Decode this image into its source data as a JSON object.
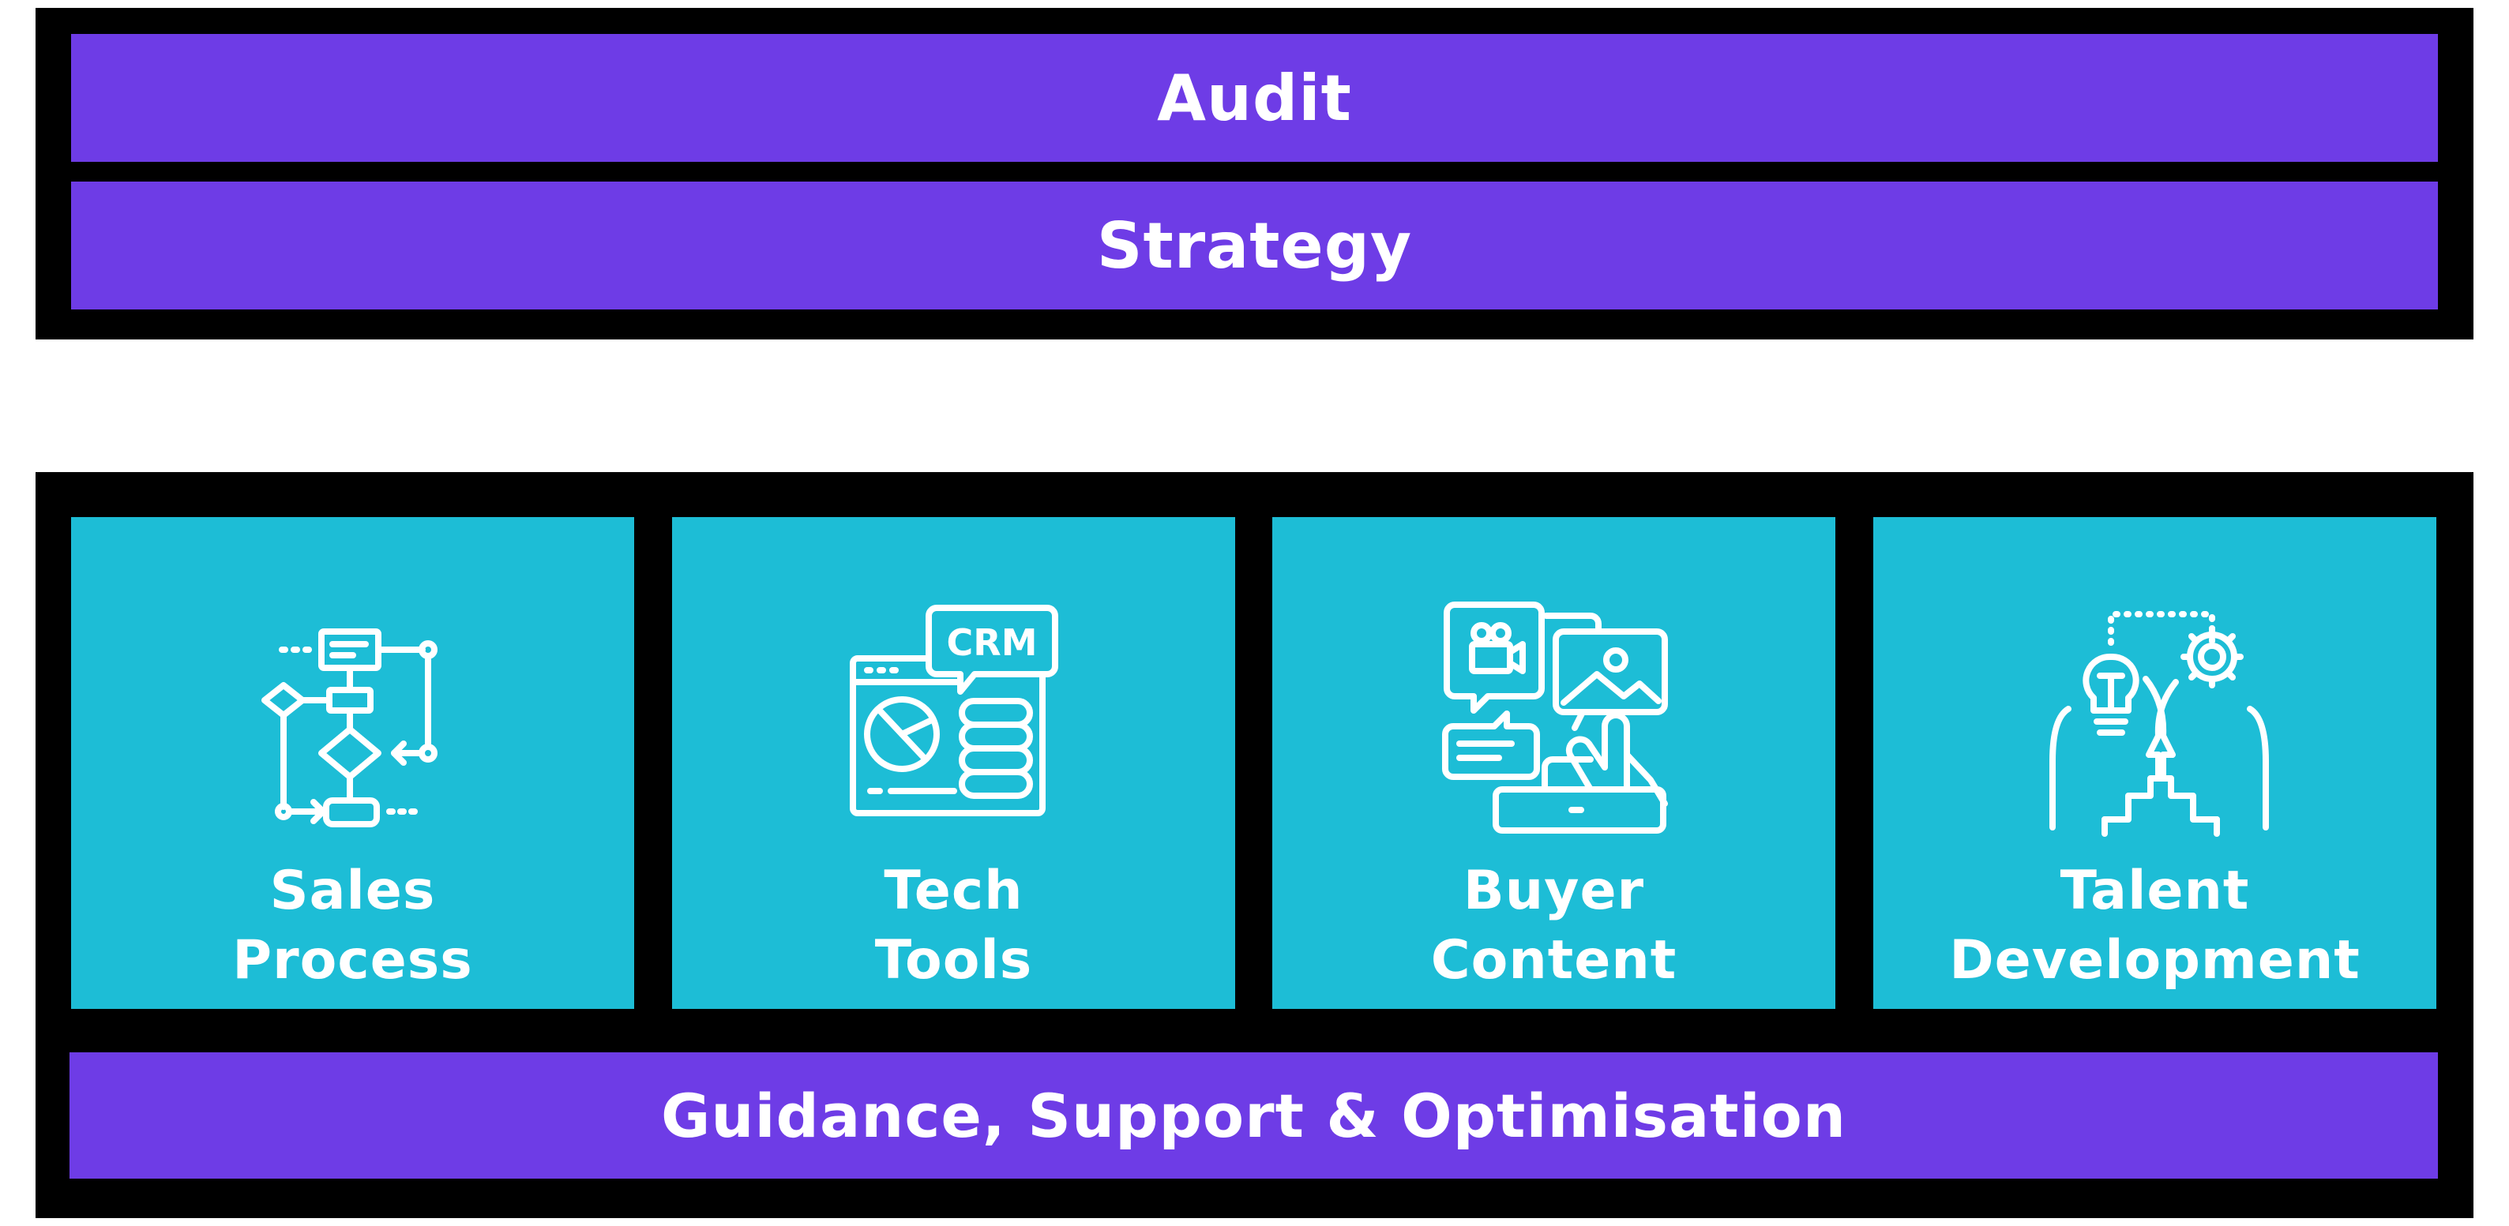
{
  "top_section": {
    "audit_label": "Audit",
    "strategy_label": "Strategy"
  },
  "tiles": [
    {
      "line1": "Sales",
      "line2": "Process",
      "icon": "flowchart-icon"
    },
    {
      "line1": "Tech",
      "line2": "Tools",
      "icon": "crm-dashboard-icon",
      "icon_text": "CRM"
    },
    {
      "line1": "Buyer",
      "line2": "Content",
      "icon": "media-content-icon"
    },
    {
      "line1": "Talent",
      "line2": "Development",
      "icon": "talent-heads-icon"
    }
  ],
  "bottom_bar": {
    "guidance_label": "Guidance, Support & Optimisation"
  },
  "colors": {
    "frame": "#000000",
    "purple_bar": "#6e3ce6",
    "teal_tile": "#1dbdd6",
    "text": "#ffffff"
  }
}
